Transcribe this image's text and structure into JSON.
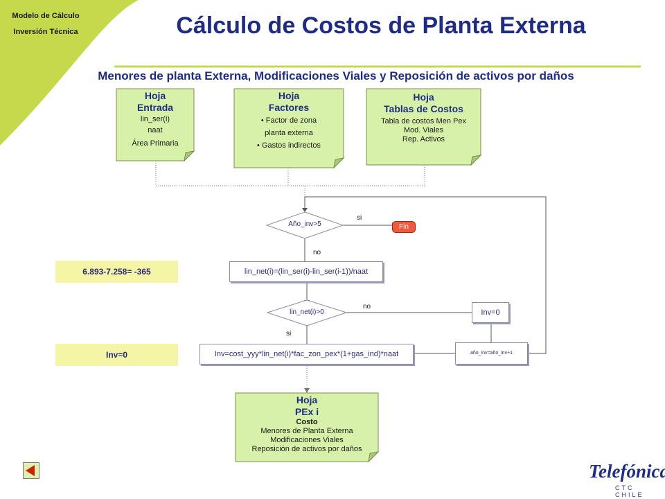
{
  "header": {
    "corner_line1": "Modelo de Cálculo",
    "corner_line2": "Inversión Técnica",
    "title": "Cálculo de Costos de Planta Externa",
    "subtitle": "Menores de planta Externa, Modificaciones Viales y Reposición de activos por daños"
  },
  "sheets": {
    "entrada": {
      "title1": "Hoja",
      "title2": "Entrada",
      "line1": "lin_ser(i)",
      "line2": "naat",
      "line3": "Área Primaria"
    },
    "factores": {
      "title1": "Hoja",
      "title2": "Factores",
      "line1": "• Factor de zona",
      "line2": "planta externa",
      "line3": "• Gastos indirectos"
    },
    "tablas": {
      "title1": "Hoja",
      "title2": "Tablas de Costos",
      "line1": "Tabla de costos Men Pex",
      "line2": "Mod. Viales",
      "line3": "Rep. Activos"
    },
    "pex": {
      "title1": "Hoja",
      "title2": "PEx i",
      "line1": "Costo",
      "line2": "Menores de Planta Externa",
      "line3": "Modificaciones Viales",
      "line4": "Reposición de activos por daños"
    }
  },
  "flow": {
    "decision1": "Año_inv>5",
    "fin": "Fin",
    "si1": "si",
    "no1": "no",
    "process1": "lin_net(i)=(lin_ser(i)-lin_ser(i-1))/naat",
    "decision2": "lin_net(i)>0",
    "no2": "no",
    "si2": "si",
    "inv_zero": "Inv=0",
    "process2": "Inv=cost_yyy*lin_net(i)*fac_zon_pex*(1+gas_ind)*naat",
    "increment": "año_inv=año_inv+1"
  },
  "side_notes": {
    "calc": "6.893-7.258=  -365",
    "inv": "Inv=0"
  },
  "logo": {
    "brand": "Telefónica",
    "sub": "CTC CHILE"
  },
  "colors": {
    "accent_green": "#c5d94a",
    "sheet_fill": "#d7f2a8",
    "note_fill": "#f5f5a6",
    "title_blue": "#1f2c86",
    "fin_red": "#ef5a3c"
  }
}
